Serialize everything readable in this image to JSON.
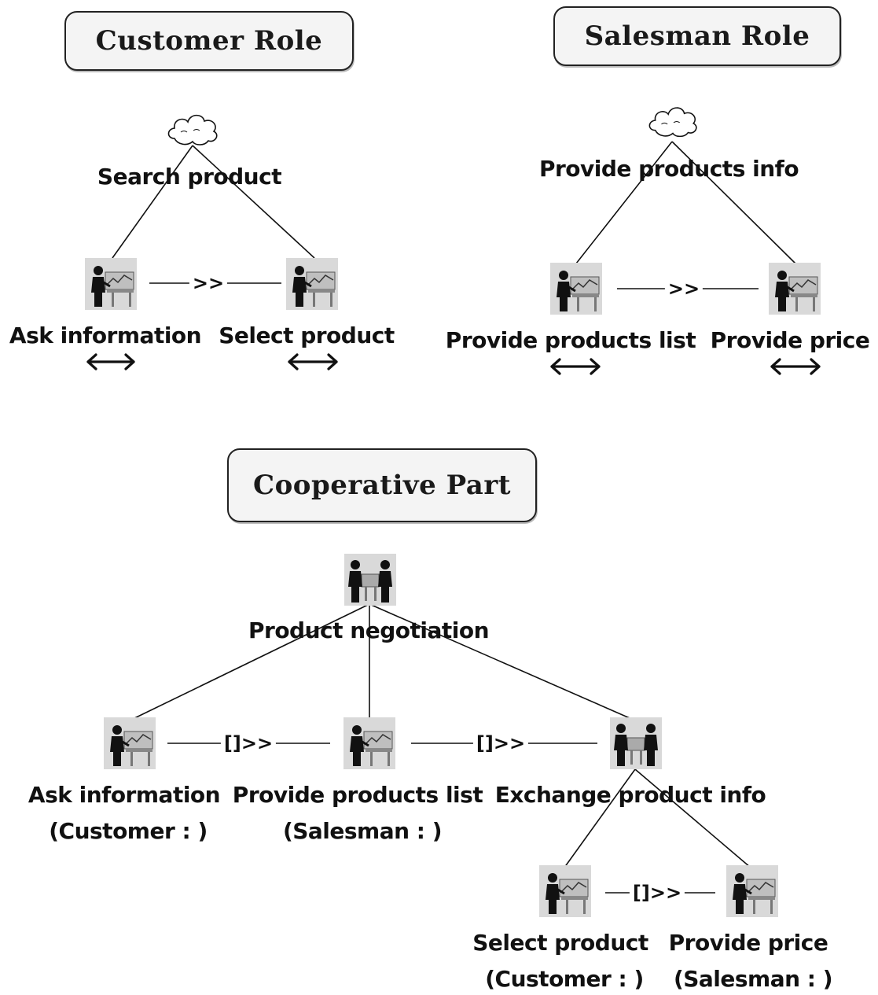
{
  "customer_role": {
    "title": "Customer Role",
    "goal": "Search product",
    "task_left": "Ask information",
    "task_right": "Select product",
    "operator": ">>"
  },
  "salesman_role": {
    "title": "Salesman Role",
    "goal": "Provide products info",
    "task_left": "Provide products list",
    "task_right": "Provide price",
    "operator": ">>"
  },
  "cooperative_part": {
    "title": "Cooperative Part",
    "root": "Product negotiation",
    "tasks": [
      {
        "label": "Ask information",
        "role": "(Customer : )"
      },
      {
        "label": "Provide products list",
        "role": "(Salesman : )"
      },
      {
        "label": "Exchange product info"
      }
    ],
    "operator": "[]>>",
    "subtasks": [
      {
        "label": "Select product",
        "role": "(Customer : )"
      },
      {
        "label": "Provide price",
        "role": "(Salesman : )"
      }
    ]
  }
}
